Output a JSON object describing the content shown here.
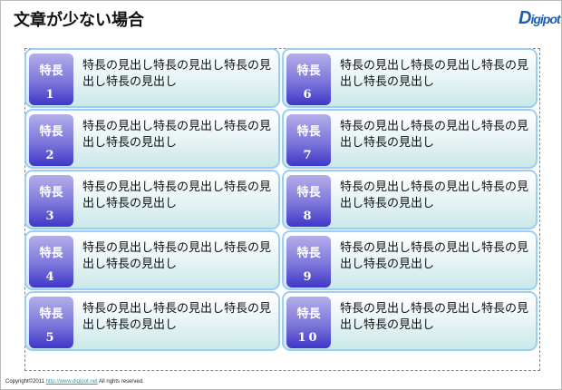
{
  "title": "文章が少ない場合",
  "logo": "Digipot",
  "cards": [
    {
      "label": "特長",
      "num": "1",
      "text": "特長の見出し特長の見出し特長の見出し特長の見出し"
    },
    {
      "label": "特長",
      "num": "2",
      "text": "特長の見出し特長の見出し特長の見出し特長の見出し"
    },
    {
      "label": "特長",
      "num": "3",
      "text": "特長の見出し特長の見出し特長の見出し特長の見出し"
    },
    {
      "label": "特長",
      "num": "4",
      "text": "特長の見出し特長の見出し特長の見出し特長の見出し"
    },
    {
      "label": "特長",
      "num": "5",
      "text": "特長の見出し特長の見出し特長の見出し特長の見出し"
    },
    {
      "label": "特長",
      "num": "6",
      "text": "特長の見出し特長の見出し特長の見出し特長の見出し"
    },
    {
      "label": "特長",
      "num": "7",
      "text": "特長の見出し特長の見出し特長の見出し特長の見出し"
    },
    {
      "label": "特長",
      "num": "8",
      "text": "特長の見出し特長の見出し特長の見出し特長の見出し"
    },
    {
      "label": "特長",
      "num": "9",
      "text": "特長の見出し特長の見出し特長の見出し特長の見出し"
    },
    {
      "label": "特長",
      "num": "10",
      "text": "特長の見出し特長の見出し特長の見出し特長の見出し"
    }
  ],
  "footer": {
    "prefix": "Copyright©2011 ",
    "link": "http://www.digipot.net",
    "suffix": " All rights reserved."
  }
}
